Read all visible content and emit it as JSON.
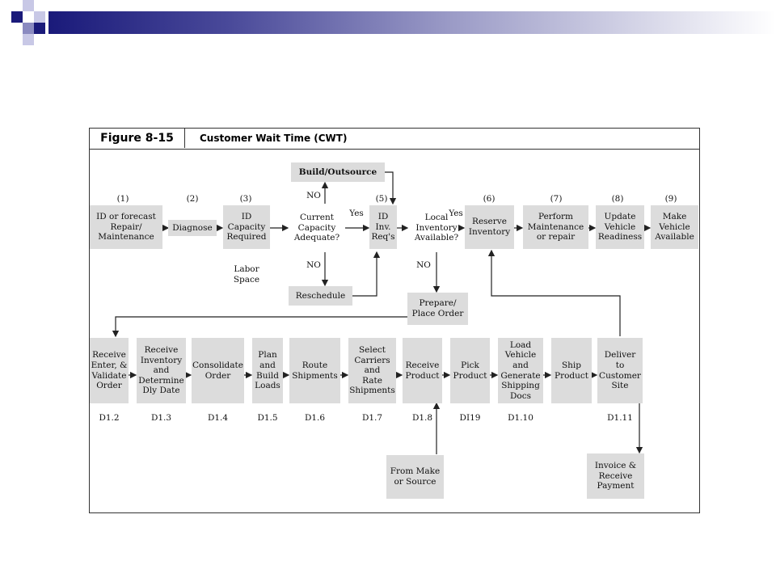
{
  "header": {
    "figure_label": "Figure 8-15",
    "title": "Customer Wait Time (CWT)"
  },
  "steps": {
    "s1": {
      "num": "(1)",
      "label": "ID or forecast\nRepair/\nMaintenance"
    },
    "s2": {
      "num": "(2)",
      "label": "Diagnose"
    },
    "s3": {
      "num": "(3)",
      "label": "ID\nCapacity\nRequired"
    },
    "d1": {
      "label": "Current\nCapacity\nAdequate?"
    },
    "s5": {
      "num": "(5)",
      "label": "ID\nInv.\nReq's"
    },
    "d2": {
      "label": "Local\nInventory\nAvailable?"
    },
    "s6": {
      "num": "(6)",
      "label": "Reserve\nInventory"
    },
    "s7": {
      "num": "(7)",
      "label": "Perform\nMaintenance\nor repair"
    },
    "s8": {
      "num": "(8)",
      "label": "Update\nVehicle\nReadiness"
    },
    "s9": {
      "num": "(9)",
      "label": "Make\nVehicle\nAvailable"
    },
    "build": {
      "label": "Build/Outsource"
    },
    "resched": {
      "label": "Reschedule"
    },
    "prepare": {
      "label": "Prepare/\nPlace Order"
    },
    "labor": {
      "label": "Labor\nSpace"
    }
  },
  "decisions": {
    "d1_no_up": "NO",
    "d1_yes": "Yes",
    "d1_no_down": "NO",
    "d2_yes": "Yes",
    "d2_no": "NO"
  },
  "bottom": [
    {
      "label": "Receive\nEnter, &\nValidate\nOrder",
      "code": "D1.2"
    },
    {
      "label": "Receive\nInventory\nand\nDetermine\nDly Date",
      "code": "D1.3"
    },
    {
      "label": "Consolidate\nOrder",
      "code": "D1.4"
    },
    {
      "label": "Plan\nand\nBuild\nLoads",
      "code": "D1.5"
    },
    {
      "label": "Route\nShipments",
      "code": "D1.6"
    },
    {
      "label": "Select\nCarriers\nand\nRate\nShipments",
      "code": "D1.7"
    },
    {
      "label": "Receive\nProduct",
      "code": "D1.8"
    },
    {
      "label": "Pick\nProduct",
      "code": "DI19"
    },
    {
      "label": "Load\nVehicle\nand\nGenerate\nShipping\nDocs",
      "code": "D1.10"
    },
    {
      "label": "Ship\nProduct",
      "code": ""
    },
    {
      "label": "Deliver\nto\nCustomer\nSite",
      "code": "D1.11"
    }
  ],
  "extra": {
    "from_make": "From Make\nor Source",
    "invoice": "Invoice &\nReceive\nPayment"
  }
}
